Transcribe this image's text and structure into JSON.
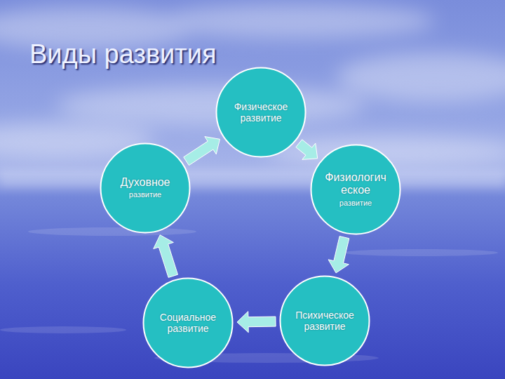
{
  "diagram": {
    "title": "Виды развития",
    "nodes": [
      {
        "text": [
          "Физическое развитие"
        ]
      },
      {
        "text": [
          "Физиологич еское",
          "развитие"
        ]
      },
      {
        "text": [
          "Психическое развитие"
        ]
      },
      {
        "text": [
          "Социальное развитие"
        ]
      },
      {
        "text": [
          "Духовное",
          "развитие"
        ]
      }
    ],
    "edges": [
      {
        "from": 0,
        "to": 1,
        "arrow": "to"
      },
      {
        "from": 1,
        "to": 2,
        "arrow": "to"
      },
      {
        "from": 2,
        "to": 3,
        "arrow": "to"
      },
      {
        "from": 3,
        "to": 4,
        "arrow": "to"
      },
      {
        "from": 4,
        "to": 0,
        "arrow": "to"
      }
    ]
  }
}
